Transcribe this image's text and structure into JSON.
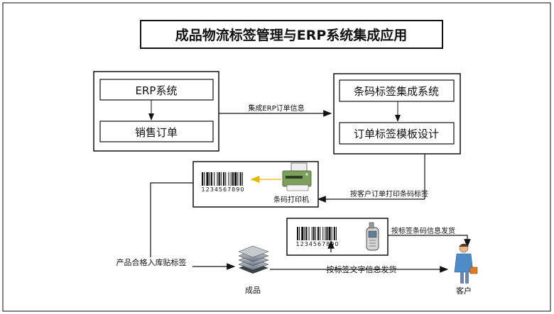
{
  "title": "成品物流标签管理与ERP系统集成应用",
  "erp": {
    "system": "ERP系统",
    "order": "销售订单"
  },
  "barcode_sys": {
    "system": "条码标签集成系统",
    "template": "订单标签模板设计"
  },
  "flows": {
    "integrate_order": "集成ERP订单信息",
    "print_by_order": "按客户订单打印条码标签",
    "label_inbound": "产品合格入库贴标签",
    "ship_by_label_info": "按标签条码信息发货",
    "ship_by_label_text": "按标签文字信息发货"
  },
  "nodes": {
    "printer": "条码打印机",
    "product": "成品",
    "customer": "客户"
  },
  "barcode_digits": "1234567890",
  "colors": {
    "line": "#111111",
    "yellow_arrow": "#e8b800",
    "border": "#222222"
  }
}
